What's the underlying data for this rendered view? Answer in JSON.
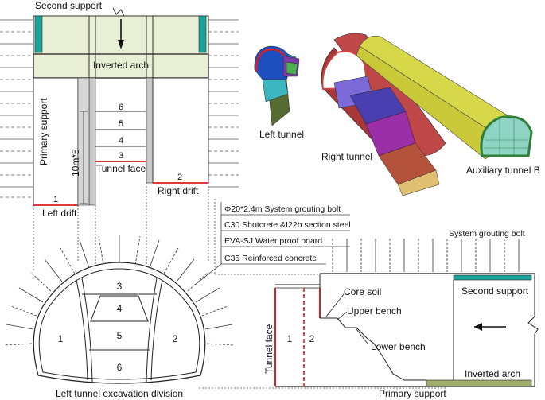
{
  "plan": {
    "second_support": "Second support",
    "inverted_arch": "Inverted arch",
    "primary_support": "Primary support",
    "stage_numbers": [
      "6",
      "5",
      "4",
      "3"
    ],
    "drift_10m": "10m*5",
    "tunnel_face": "Tunnel face",
    "left_drift": "Left drift",
    "left_drift_num": "1",
    "right_drift": "Right drift",
    "right_drift_num": "2"
  },
  "models": {
    "left_tunnel": "Left tunnel",
    "right_tunnel": "Right tunnel",
    "aux_tunnel": "Auxiliary tunnel B"
  },
  "layers": {
    "bolt": "Φ20*2.4m System grouting bolt",
    "shotcrete": "C30 Shotcrete &I22b section steel",
    "waterproof": "EVA-SJ Water proof board",
    "concrete": "C35 Reinforced concrete"
  },
  "section": {
    "title": "Left tunnel excavation division",
    "parts": [
      "1",
      "2",
      "3",
      "4",
      "5",
      "6"
    ]
  },
  "profile": {
    "bolt": "System grouting bolt",
    "core_soil": "Core soil",
    "upper_bench": "Upper bench",
    "lower_bench": "Lower bench",
    "tunnel_face": "Tunnel face",
    "num1": "1",
    "num2": "2",
    "second_support": "Second support",
    "inverted_arch": "Inverted arch",
    "primary_support": "Primary support"
  }
}
